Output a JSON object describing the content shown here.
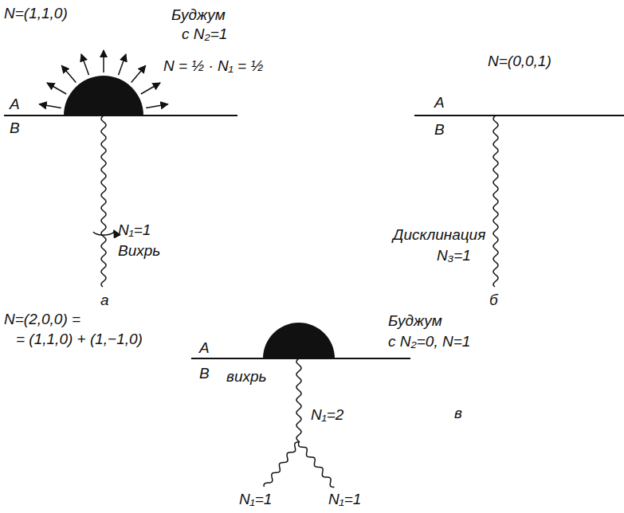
{
  "diagram": {
    "labels": [
      "N=(1,1,0)",
      "Буджум",
      "с N₂=1",
      "N = ½ · N₁ = ½",
      "A",
      "B",
      "N₁=1",
      "Вихрь",
      "а",
      "N=(0,0,1)",
      "A",
      "B",
      "Дисклинация",
      "N₃=1",
      "б",
      "N=(2,0,0) =",
      "= (1,1,0) + (1,−1,0)",
      "Буджум",
      "с N₂=0, N=1",
      "A",
      "B",
      "вихрь",
      "N₁=2",
      "N₁=1",
      "N₁=1",
      "в"
    ]
  }
}
